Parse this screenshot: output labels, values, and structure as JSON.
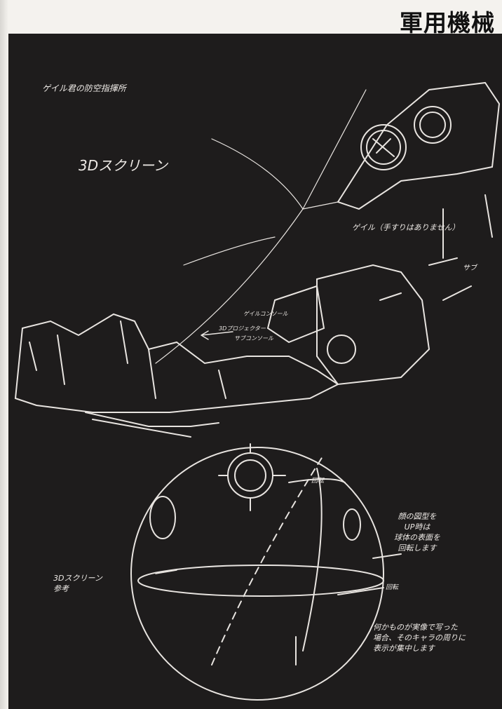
{
  "header": {
    "title": "軍用機械"
  },
  "sketch": {
    "caption": "ゲイル君の防空指揮所",
    "screen_label": "3Dスクリーン",
    "gale_label": "ゲイル（手すりはありません）",
    "sub_label": "サブ",
    "gale_console_label": "ゲイルコンソール",
    "projector_label": "3Dプロジェクター",
    "sub_console_label": "サブコンソール",
    "rotate_label_top": "回転",
    "rotate_label_bottom": "回転",
    "face_note": "顔の図型を\nUP時は\n球体の表面を\n回転します",
    "sphere_label": "3Dスクリーン\n参考",
    "bottom_note": "何かものが実像で写った\n場合、そのキャラの周りに\n表示が集中します"
  }
}
